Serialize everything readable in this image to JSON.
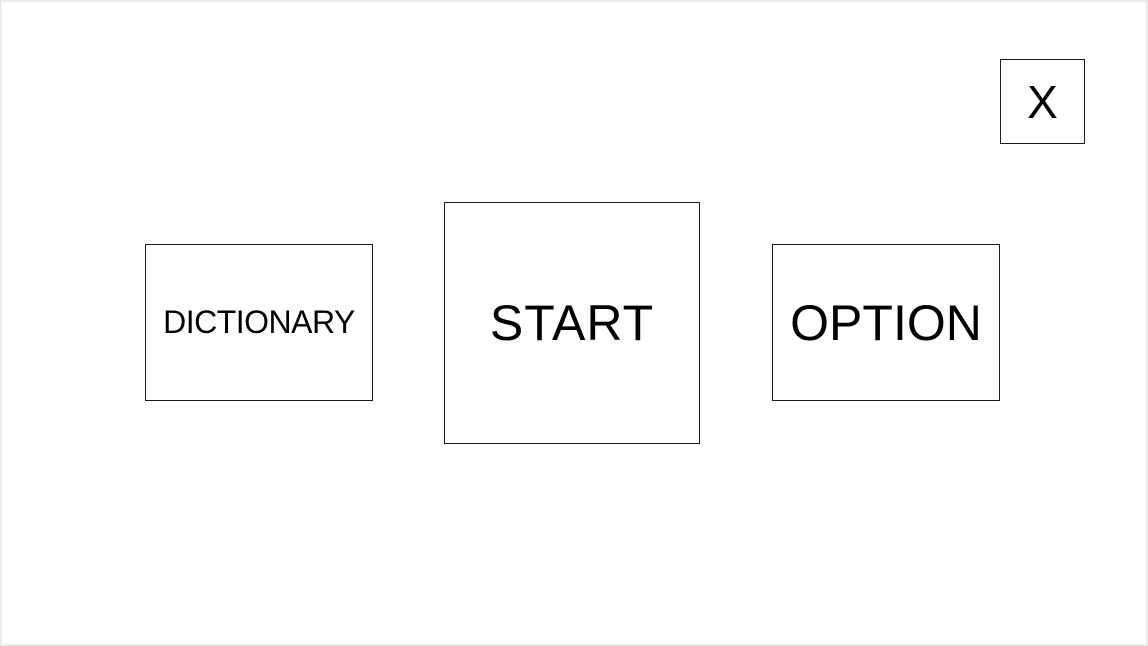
{
  "menu": {
    "close_label": "X",
    "dictionary_label": "DICTIONARY",
    "start_label": "START",
    "option_label": "OPTION"
  },
  "colors": {
    "background": "#ffffff",
    "border": "#1a1a1a",
    "text": "#000000",
    "frame": "#ebebeb"
  }
}
